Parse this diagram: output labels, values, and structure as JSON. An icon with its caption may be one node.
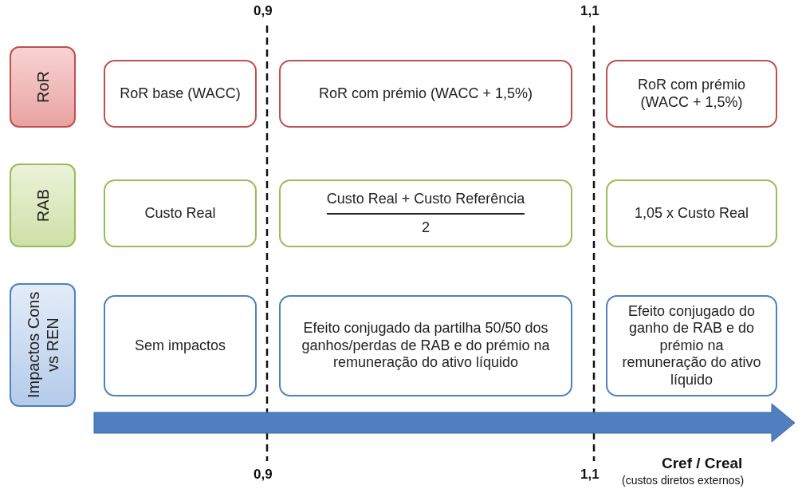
{
  "diagram": {
    "nodes": [
      {
        "text": [
          "RoR"
        ]
      },
      {
        "text": [
          "RoR base (WACC)"
        ]
      },
      {
        "text": [
          "RoR com prémio (WACC + 1,5%)"
        ]
      },
      {
        "text": [
          "RoR com prémio (WACC + 1,5%)"
        ]
      },
      {
        "text": [
          "RAB"
        ]
      },
      {
        "text": [
          "Custo Real"
        ]
      },
      {
        "text": [
          "Custo Real + Custo Referência",
          "2"
        ]
      },
      {
        "text": [
          "1,05 x Custo Real"
        ]
      },
      {
        "text": [
          "Impactos Cons vs REN"
        ]
      },
      {
        "text": [
          "Sem impactos"
        ]
      },
      {
        "text": [
          "Efeito conjugado da partilha 50/50 dos ganhos/perdas de RAB e do prémio na remuneração do ativo líquido"
        ]
      },
      {
        "text": [
          "Efeito conjugado do ganho de RAB e do prémio na remuneração do ativo líquido"
        ]
      }
    ],
    "edges": [],
    "labels": [
      "0,9",
      "1,1",
      "0,9",
      "1,1",
      "Cref / Creal",
      "(custos diretos externos)"
    ]
  }
}
